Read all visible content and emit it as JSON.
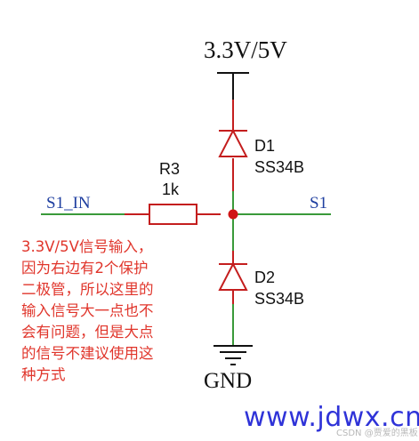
{
  "diagram": {
    "supply_label": "3.3V/5V",
    "ground_label": "GND",
    "input_net_label": "S1_IN",
    "output_net_label": "S1",
    "resistor": {
      "ref": "R3",
      "value": "1k"
    },
    "diode_top": {
      "ref": "D1",
      "part": "SS34B"
    },
    "diode_bottom": {
      "ref": "D2",
      "part": "SS34B"
    },
    "wire_color": "#3a9a3a",
    "component_color": "#c41e1e",
    "junction_color": "#d01515"
  },
  "note": {
    "lines": [
      "3.3V/5V信号输入，",
      "因为右边有2个保护",
      "二极管，所以这里的",
      "输入信号大一点也不",
      "会有问题，但是大点",
      "的信号不建议使用这",
      "种方式"
    ],
    "color": "#e0352b"
  },
  "footer": {
    "url": "www.jdwx.cn",
    "watermark": "CSDN @贾爱的黑板"
  }
}
